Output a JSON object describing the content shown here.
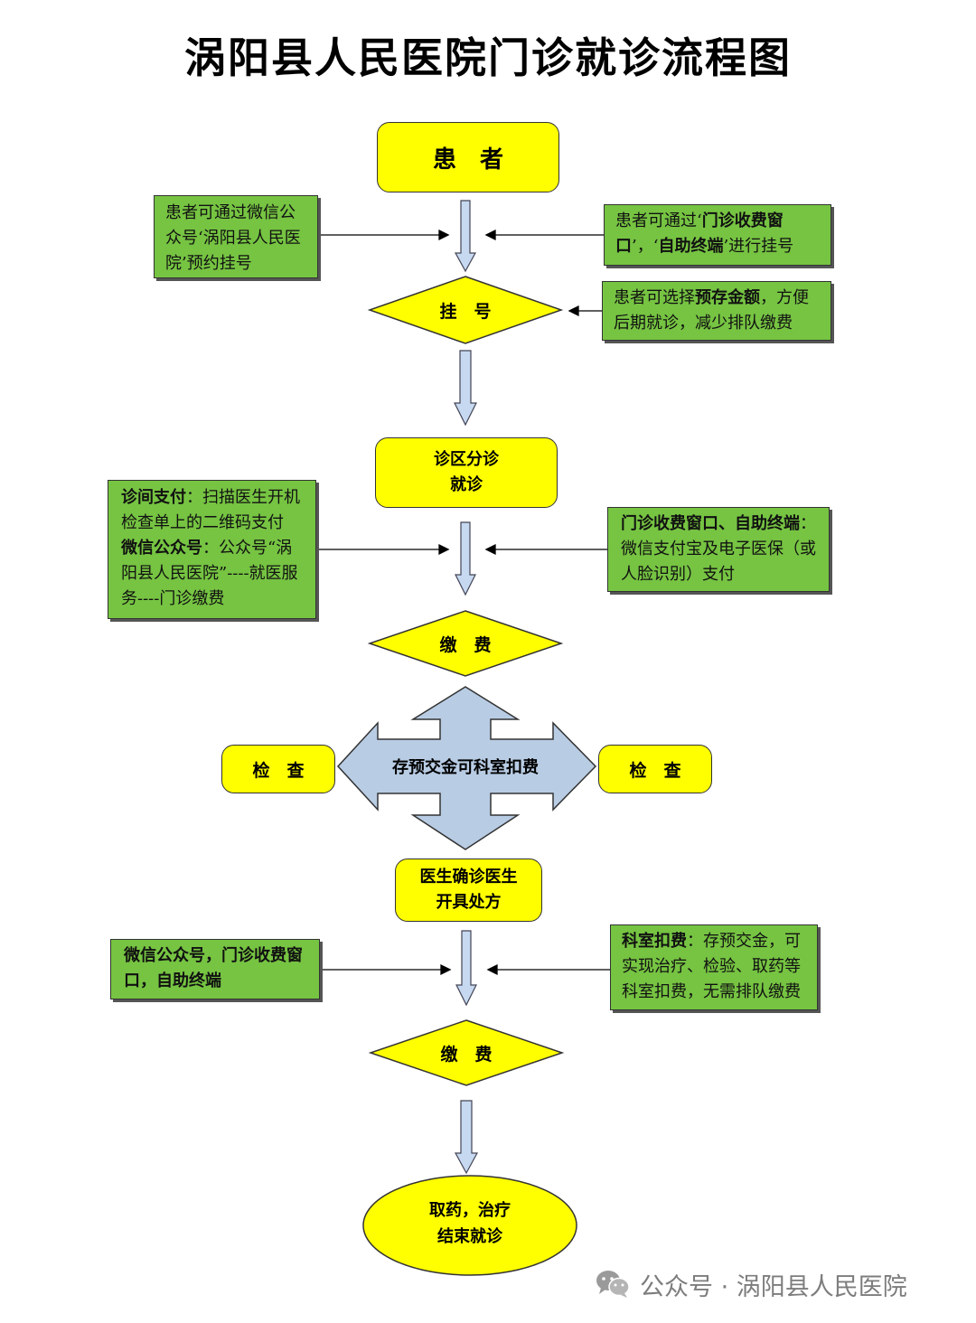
{
  "title": "涡阳县人民医院门诊就诊流程图",
  "nodes": {
    "patient": "患　者",
    "register": "挂　号",
    "triage": "诊区分诊\n就诊",
    "pay1": "缴　费",
    "prepaid_hub": "存预交金可科室扣费",
    "exam_left": "检　查",
    "exam_right": "检　查",
    "diagnose": "医生确诊医生\n开具处方",
    "pay2": "缴　费",
    "end": "取药，治疗\n结束就诊"
  },
  "notes": {
    "wechat_booking": "患者可通过微信公众号‘涡阳县人民医院’预约挂号",
    "window_register": [
      {
        "t": "患者可通过‘",
        "b": false
      },
      {
        "t": "门诊收费窗口",
        "b": true
      },
      {
        "t": "’，‘",
        "b": false
      },
      {
        "t": "自助终端",
        "b": true
      },
      {
        "t": "’进行挂号",
        "b": false
      }
    ],
    "prestore": [
      {
        "t": "患者可选择",
        "b": false
      },
      {
        "t": "预存金额",
        "b": true
      },
      {
        "t": "，方便后期就诊，减少排队缴费",
        "b": false
      }
    ],
    "clinic_pay": [
      {
        "t": "诊间支付",
        "b": true
      },
      {
        "t": "：扫描医生开机检查单上的二维码支付",
        "b": false
      },
      {
        "t": "\n",
        "b": false
      },
      {
        "t": "微信公众号",
        "b": true
      },
      {
        "t": "：公众号“涡阳县人民医院”----就医服务----门诊缴费",
        "b": false
      }
    ],
    "window_pay": [
      {
        "t": "门诊收费窗口、自助终端",
        "b": true
      },
      {
        "t": "：微信支付宝及电子医保（或人脸识别）支付",
        "b": false
      }
    ],
    "wechat_window": [
      {
        "t": "微信公众号，门诊收费窗口，自助终端",
        "b": true
      }
    ],
    "dept_deduct": [
      {
        "t": "科室扣费",
        "b": true
      },
      {
        "t": "：存预交金，可实现治疗、检验、取药等科室扣费，无需排队缴费",
        "b": false
      }
    ]
  },
  "watermark": {
    "text": "公众号 · 涡阳县人民医院",
    "icon": "wechat-icon"
  },
  "colors": {
    "node_fill": "#ffff00",
    "note_fill": "#76c442",
    "arrow_fill": "#c6d9f1",
    "hub_fill": "#b8cce4"
  }
}
